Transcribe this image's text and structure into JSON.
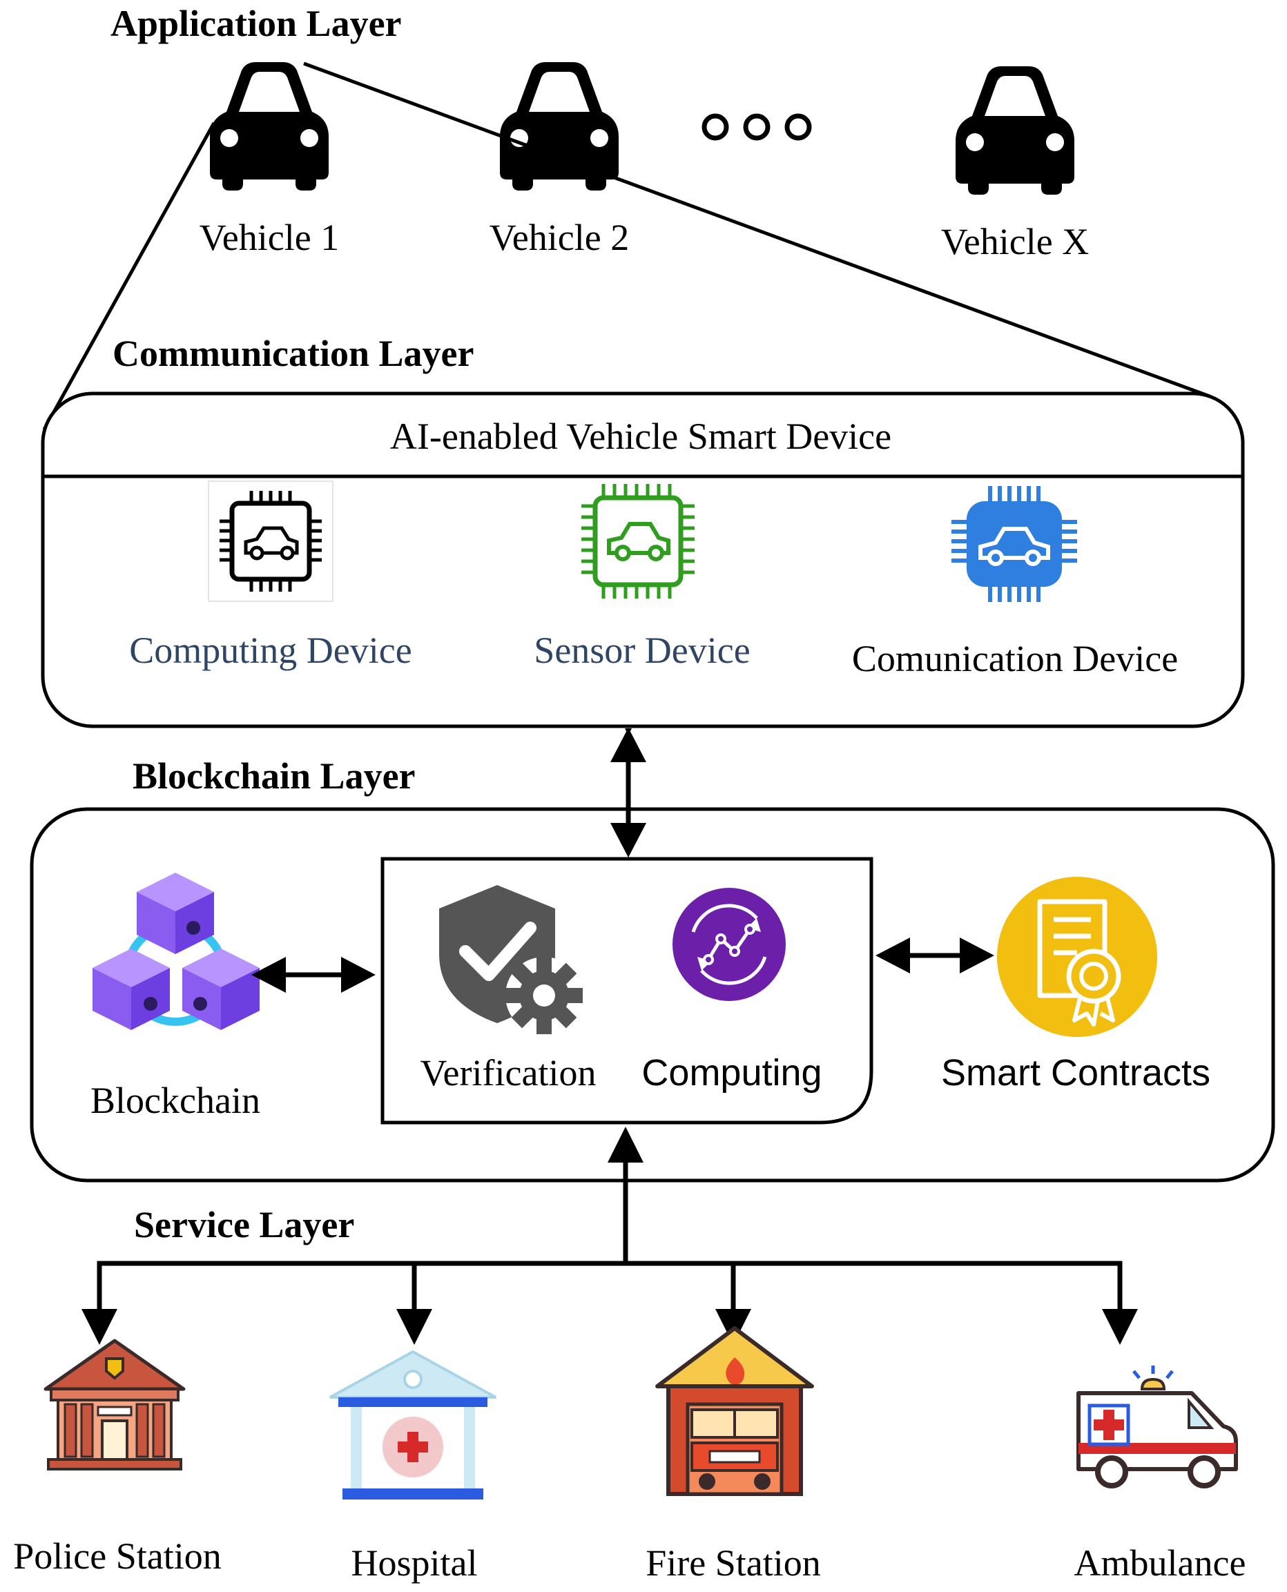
{
  "layers": {
    "application": "Application Layer",
    "communication": "Communication Layer",
    "blockchain": "Blockchain Layer",
    "service": "Service Layer"
  },
  "vehicles": {
    "v1": "Vehicle 1",
    "v2": "Vehicle 2",
    "vx": "Vehicle X"
  },
  "device": {
    "title": "AI-enabled Vehicle Smart Device",
    "computing": "Computing Device",
    "sensor": "Sensor Device",
    "communication": "Comunication Device"
  },
  "blockchain_layer": {
    "blockchain": "Blockchain",
    "verification": "Verification",
    "computing": "Computing",
    "smart_contracts": "Smart Contracts"
  },
  "services": {
    "police": "Police Station",
    "hospital": "Hospital",
    "fire": "Fire Station",
    "ambulance": "Ambulance"
  },
  "colors": {
    "sensor_green": "#2f9e1f",
    "comm_blue": "#2f7fe0",
    "cube_purple": "#8a5cf0",
    "ring_cyan": "#35c3ef",
    "computing_purple": "#6c1fa8",
    "contract_yellow": "#f2be0f",
    "police_brick": "#c8563f",
    "hospital_blue": "#2a5be0",
    "fire_red": "#d44a2c",
    "label_blue": "#2e4566"
  }
}
